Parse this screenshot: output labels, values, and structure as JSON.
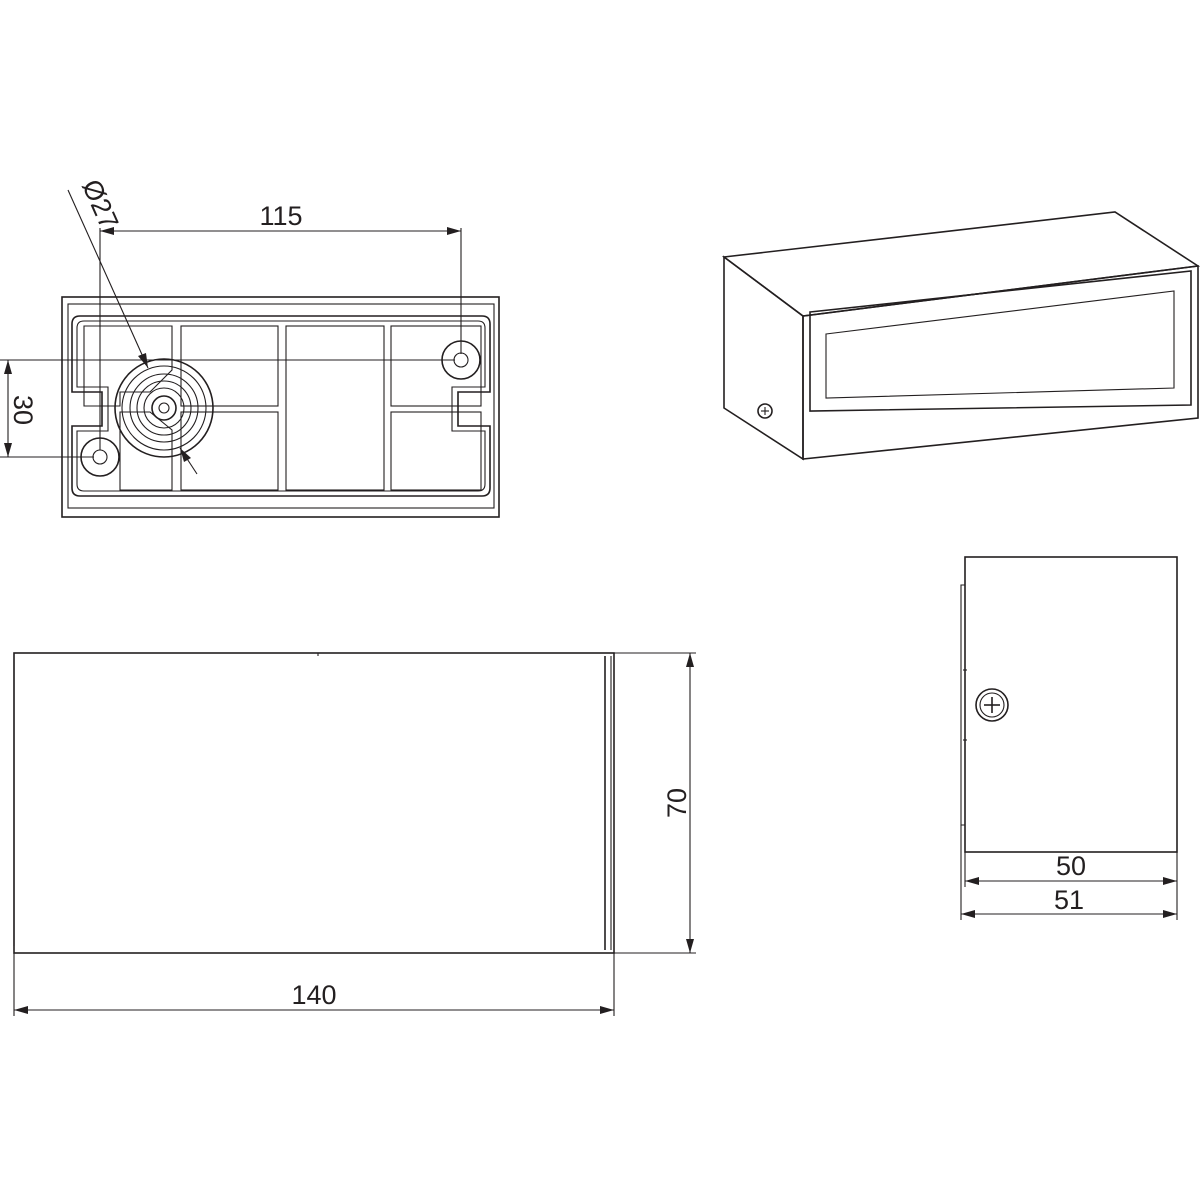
{
  "labels": {
    "diameter": "Ø27",
    "hole_spacing": "115",
    "hole_offset": "30",
    "height": "70",
    "length": "140",
    "depth_inner": "50",
    "depth_outer": "51"
  },
  "colors": {
    "line": "#231f20",
    "background": "#ffffff"
  }
}
